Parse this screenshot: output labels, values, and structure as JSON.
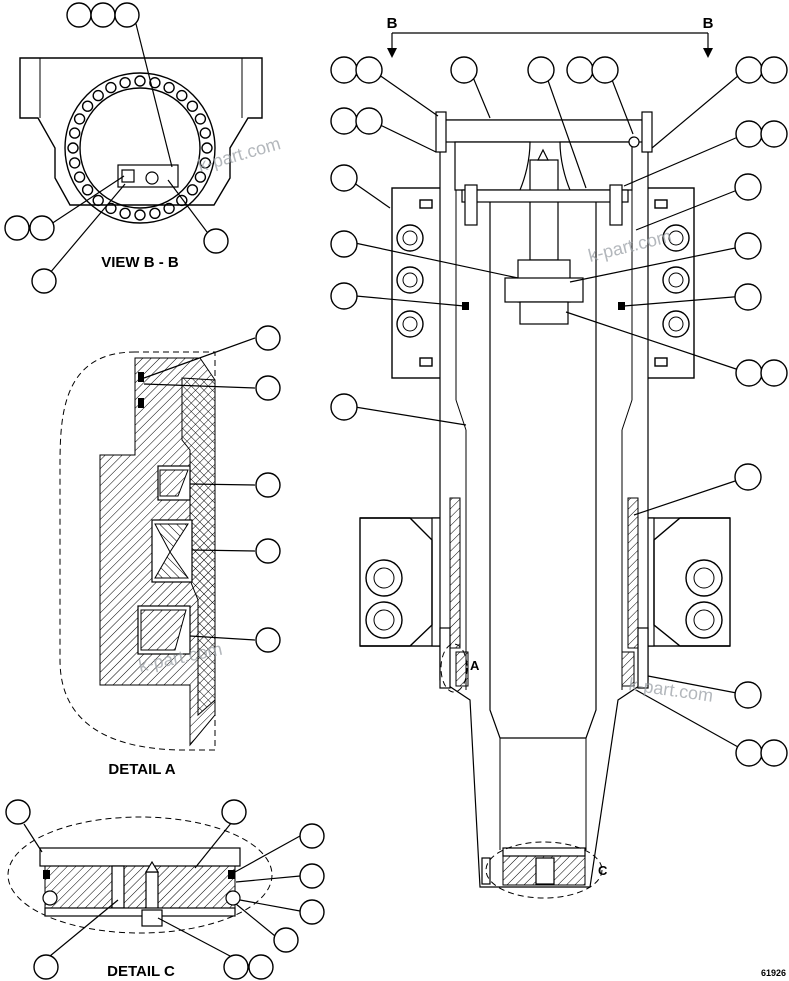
{
  "labels": {
    "section_letter": "B",
    "view_title": "VIEW B - B",
    "detail_a_title": "DETAIL A",
    "detail_c_title": "DETAIL C",
    "detail_a_marker": "A",
    "detail_c_marker": "C",
    "drawing_number": "61926"
  },
  "watermark": "k-part.com",
  "colors": {
    "line": "#000000",
    "paper": "#ffffff",
    "watermark": "#9aa0a6"
  }
}
